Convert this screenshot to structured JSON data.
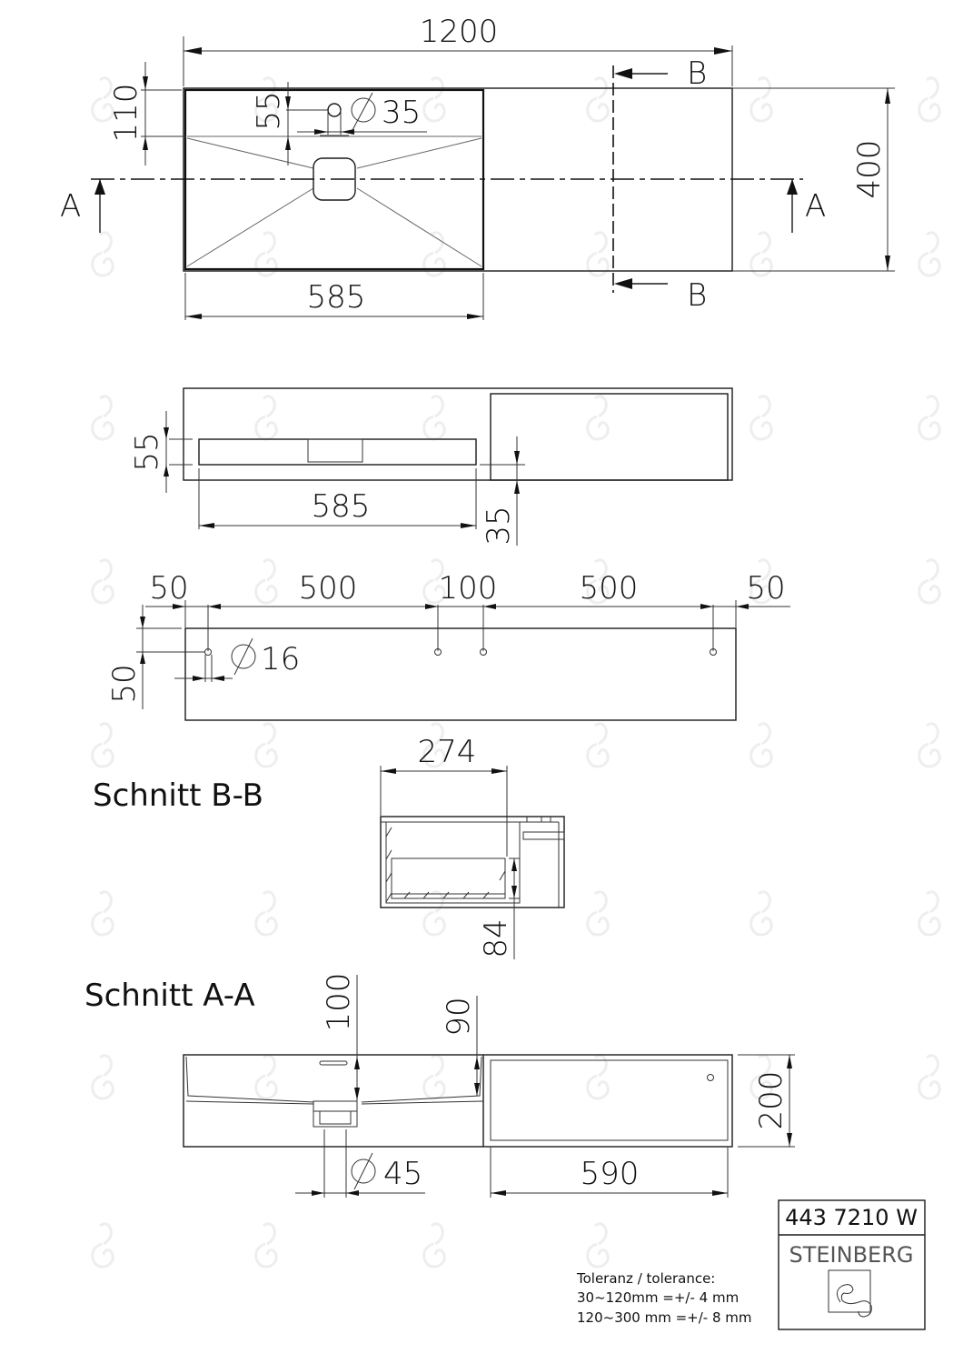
{
  "top_view": {
    "overall_width": "1200",
    "depth": "400",
    "basin_width": "585",
    "rim_depth": "110",
    "tap_hole_offset": "55",
    "tap_hole_diameter": "35",
    "section_a_label": "A",
    "section_b_label": "B"
  },
  "front_view": {
    "basin_height": "55",
    "basin_width": "585",
    "shelf_thickness": "35"
  },
  "mounting_view": {
    "spacings": [
      "50",
      "500",
      "100",
      "500",
      "50"
    ],
    "hole_vertical_offset": "50",
    "hole_diameter": "16"
  },
  "section_bb": {
    "title": "Schnitt B-B",
    "width": "274",
    "drawer_height": "84"
  },
  "section_aa": {
    "title": "Schnitt A-A",
    "basin_depth": "100",
    "rim_depth": "90",
    "drain_diameter": "45",
    "drawer_width": "590",
    "drawer_height": "200"
  },
  "tolerance": {
    "heading": "Toleranz / tolerance:",
    "line1": "30~120mm =+/- 4 mm",
    "line2": "120~300 mm =+/- 8 mm"
  },
  "title_block": {
    "article_number": "443 7210 W",
    "brand": "STEINBERG"
  },
  "diameter_symbol": "⌀"
}
